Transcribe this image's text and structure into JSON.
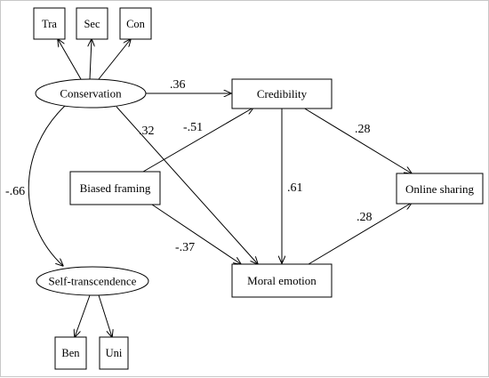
{
  "nodes": {
    "tra": "Tra",
    "sec": "Sec",
    "con": "Con",
    "conservation": "Conservation",
    "self_transcendence": "Self-transcendence",
    "ben": "Ben",
    "uni": "Uni",
    "credibility": "Credibility",
    "biased_framing": "Biased framing",
    "moral_emotion": "Moral emotion",
    "online_sharing": "Online sharing"
  },
  "paths": {
    "conservation_to_credibility": ".36",
    "conservation_to_moral_emotion": ".32",
    "biased_framing_to_credibility": "-.51",
    "credibility_to_online_sharing": ".28",
    "credibility_moral_emotion": ".61",
    "conservation_self_transcendence": "-.66",
    "biased_framing_to_moral_emotion": "-.37",
    "moral_emotion_to_online_sharing": ".28"
  }
}
